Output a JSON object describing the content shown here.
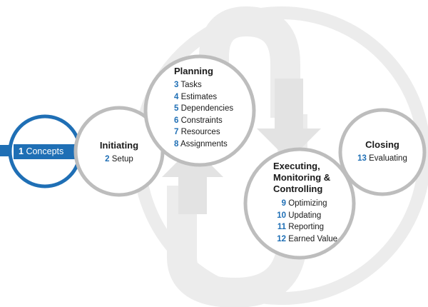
{
  "colors": {
    "accent": "#1f6fb5",
    "ring": "#bdbdbd",
    "background_flow": "#ececec",
    "text": "#1a1a1a"
  },
  "entry": {
    "num": "1",
    "label": "Concepts"
  },
  "phases": {
    "initiating": {
      "title": "Initiating",
      "items": [
        {
          "num": "2",
          "label": "Setup"
        }
      ]
    },
    "planning": {
      "title": "Planning",
      "items": [
        {
          "num": "3",
          "label": "Tasks"
        },
        {
          "num": "4",
          "label": "Estimates"
        },
        {
          "num": "5",
          "label": "Dependencies"
        },
        {
          "num": "6",
          "label": "Constraints"
        },
        {
          "num": "7",
          "label": "Resources"
        },
        {
          "num": "8",
          "label": "Assignments"
        }
      ]
    },
    "executing": {
      "title_lines": [
        "Executing,",
        "Monitoring &",
        "Controlling"
      ],
      "items": [
        {
          "num": "9",
          "label": "Optimizing"
        },
        {
          "num": "10",
          "label": "Updating"
        },
        {
          "num": "11",
          "label": "Reporting"
        },
        {
          "num": "12",
          "label": "Earned Value"
        }
      ]
    },
    "closing": {
      "title": "Closing",
      "items": [
        {
          "num": "13",
          "label": "Evaluating"
        }
      ]
    }
  }
}
